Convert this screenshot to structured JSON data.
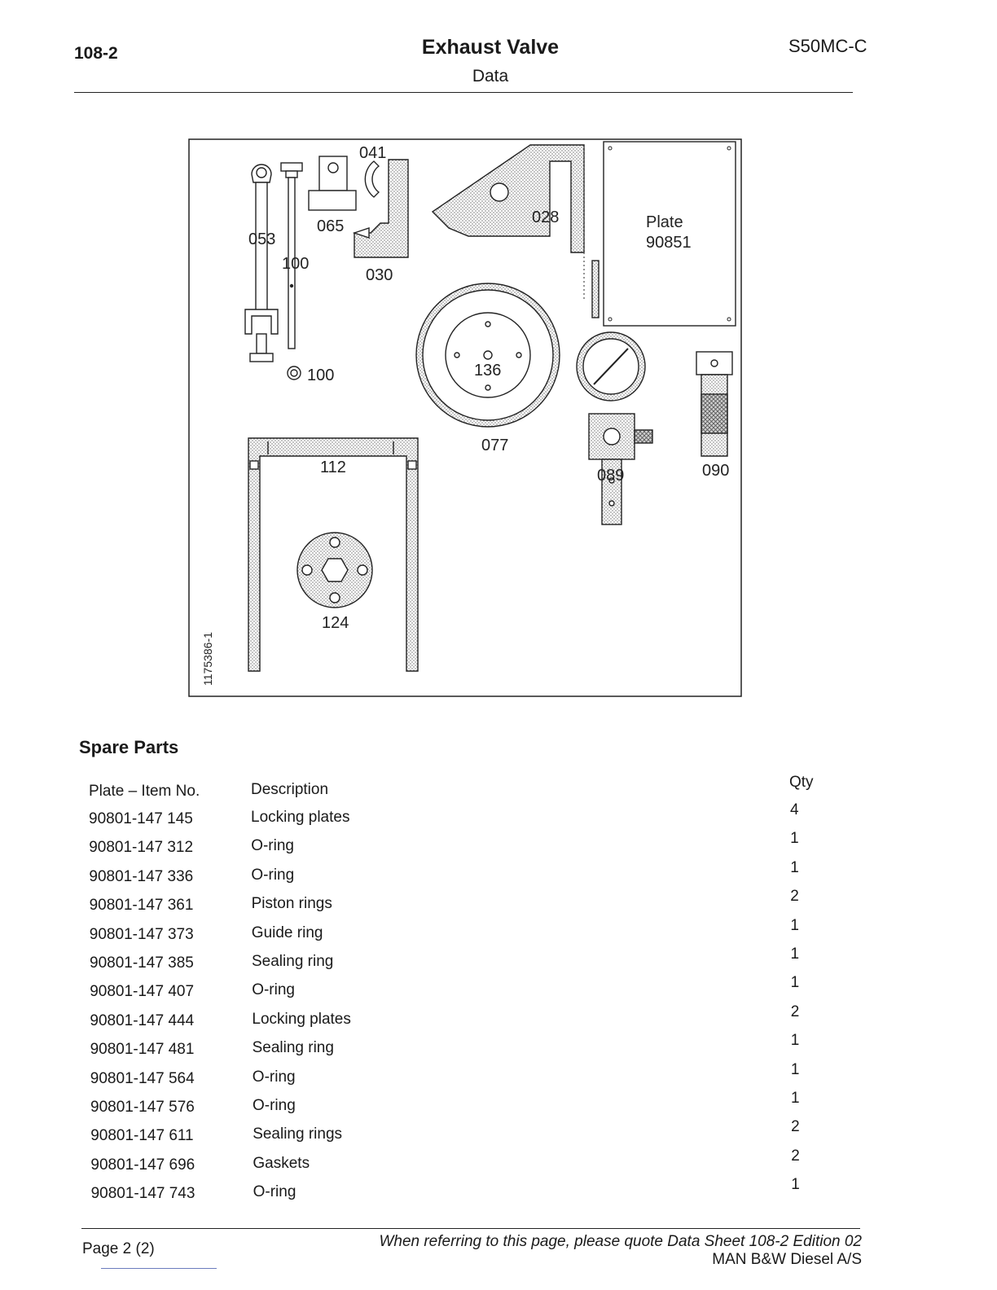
{
  "header": {
    "section_number": "108-2",
    "title": "Exhaust Valve",
    "subtitle": "Data",
    "engine_type": "S50MC-C"
  },
  "drawing": {
    "drawing_number": "1175386-1",
    "plate_caption": "Plate",
    "plate_number": "90851",
    "labels": {
      "l041": "041",
      "l053": "053",
      "l065": "065",
      "l100a": "100",
      "l030": "030",
      "l028": "028",
      "l100b": "100",
      "l136": "136",
      "l077": "077",
      "l112": "112",
      "l089": "089",
      "l090": "090",
      "l124": "124"
    }
  },
  "spare_parts": {
    "section_title": "Spare Parts",
    "columns": {
      "item": "Plate – Item No.",
      "description": "Description",
      "qty": "Qty"
    },
    "rows": [
      {
        "item": "90801-147 145",
        "description": "Locking plates",
        "qty": "4"
      },
      {
        "item": "90801-147 312",
        "description": "O-ring",
        "qty": "1"
      },
      {
        "item": "90801-147 336",
        "description": "O-ring",
        "qty": "1"
      },
      {
        "item": "90801-147 361",
        "description": "Piston rings",
        "qty": "2"
      },
      {
        "item": "90801-147 373",
        "description": "Guide ring",
        "qty": "1"
      },
      {
        "item": "90801-147 385",
        "description": "Sealing ring",
        "qty": "1"
      },
      {
        "item": "90801-147 407",
        "description": "O-ring",
        "qty": "1"
      },
      {
        "item": "90801-147 444",
        "description": "Locking plates",
        "qty": "2"
      },
      {
        "item": "90801-147 481",
        "description": "Sealing ring",
        "qty": "1"
      },
      {
        "item": "90801-147 564",
        "description": "O-ring",
        "qty": "1"
      },
      {
        "item": "90801-147 576",
        "description": "O-ring",
        "qty": "1"
      },
      {
        "item": "90801-147 611",
        "description": "Sealing rings",
        "qty": "2"
      },
      {
        "item": "90801-147 696",
        "description": "Gaskets",
        "qty": "2"
      },
      {
        "item": "90801-147 743",
        "description": "O-ring",
        "qty": "1"
      }
    ]
  },
  "footer": {
    "page": "Page 2 (2)",
    "reference": "When referring to this page, please quote Data Sheet 108-2 Edition 02",
    "company": "MAN B&W Diesel A/S"
  }
}
